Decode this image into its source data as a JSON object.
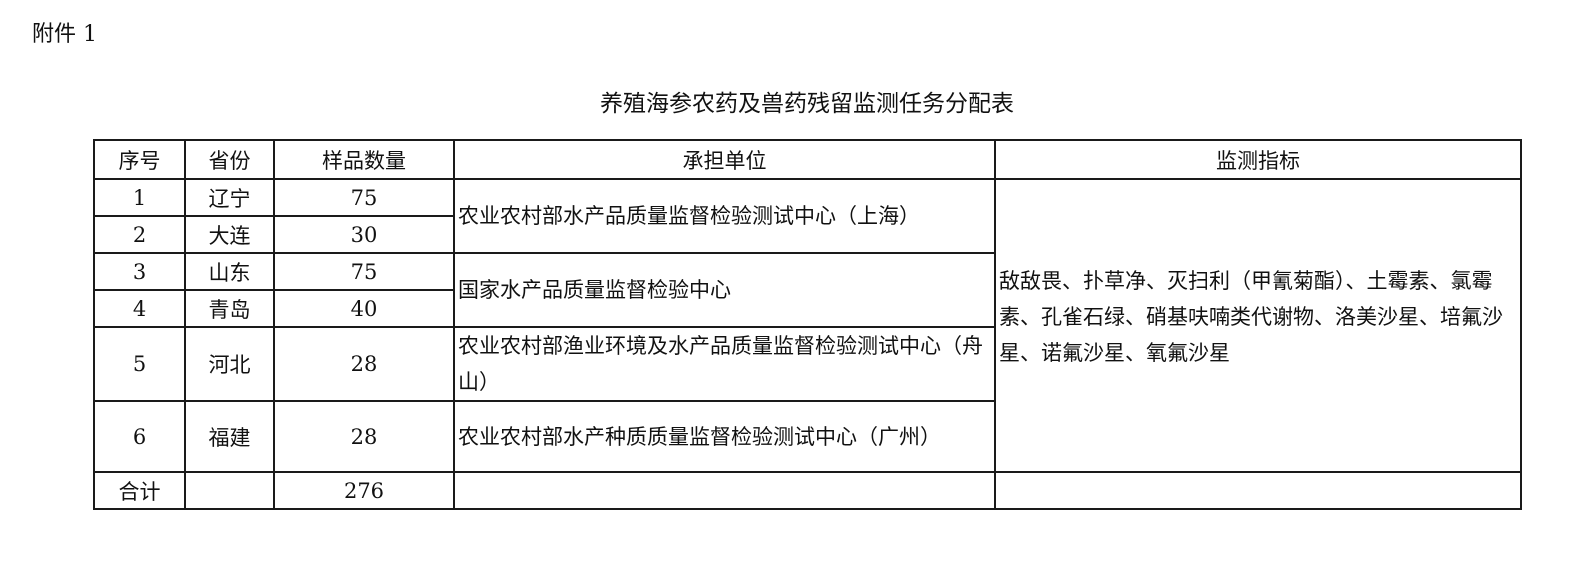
{
  "attachment_label": "附件 1",
  "title": "养殖海参农药及兽药残留监测任务分配表",
  "table": {
    "headers": {
      "index": "序号",
      "province": "省份",
      "sample_count": "样品数量",
      "unit": "承担单位",
      "indicators": "监测指标"
    },
    "rows": [
      {
        "index": "1",
        "province": "辽宁",
        "sample_count": "75"
      },
      {
        "index": "2",
        "province": "大连",
        "sample_count": "30"
      },
      {
        "index": "3",
        "province": "山东",
        "sample_count": "75"
      },
      {
        "index": "4",
        "province": "青岛",
        "sample_count": "40"
      },
      {
        "index": "5",
        "province": "河北",
        "sample_count": "28"
      },
      {
        "index": "6",
        "province": "福建",
        "sample_count": "28"
      }
    ],
    "units": [
      "农业农村部水产品质量监督检验测试中心（上海）",
      "国家水产品质量监督检验中心",
      "农业农村部渔业环境及水产品质量监督检验测试中心（舟山）",
      "农业农村部水产种质质量监督检验测试中心（广州）"
    ],
    "indicators": "敌敌畏、扑草净、灭扫利（甲氰菊酯）、土霉素、氯霉素、孔雀石绿、硝基呋喃类代谢物、洛美沙星、培氟沙星、诺氟沙星、氧氟沙星",
    "total": {
      "label": "合计",
      "province": "",
      "sample_count": "276"
    }
  }
}
